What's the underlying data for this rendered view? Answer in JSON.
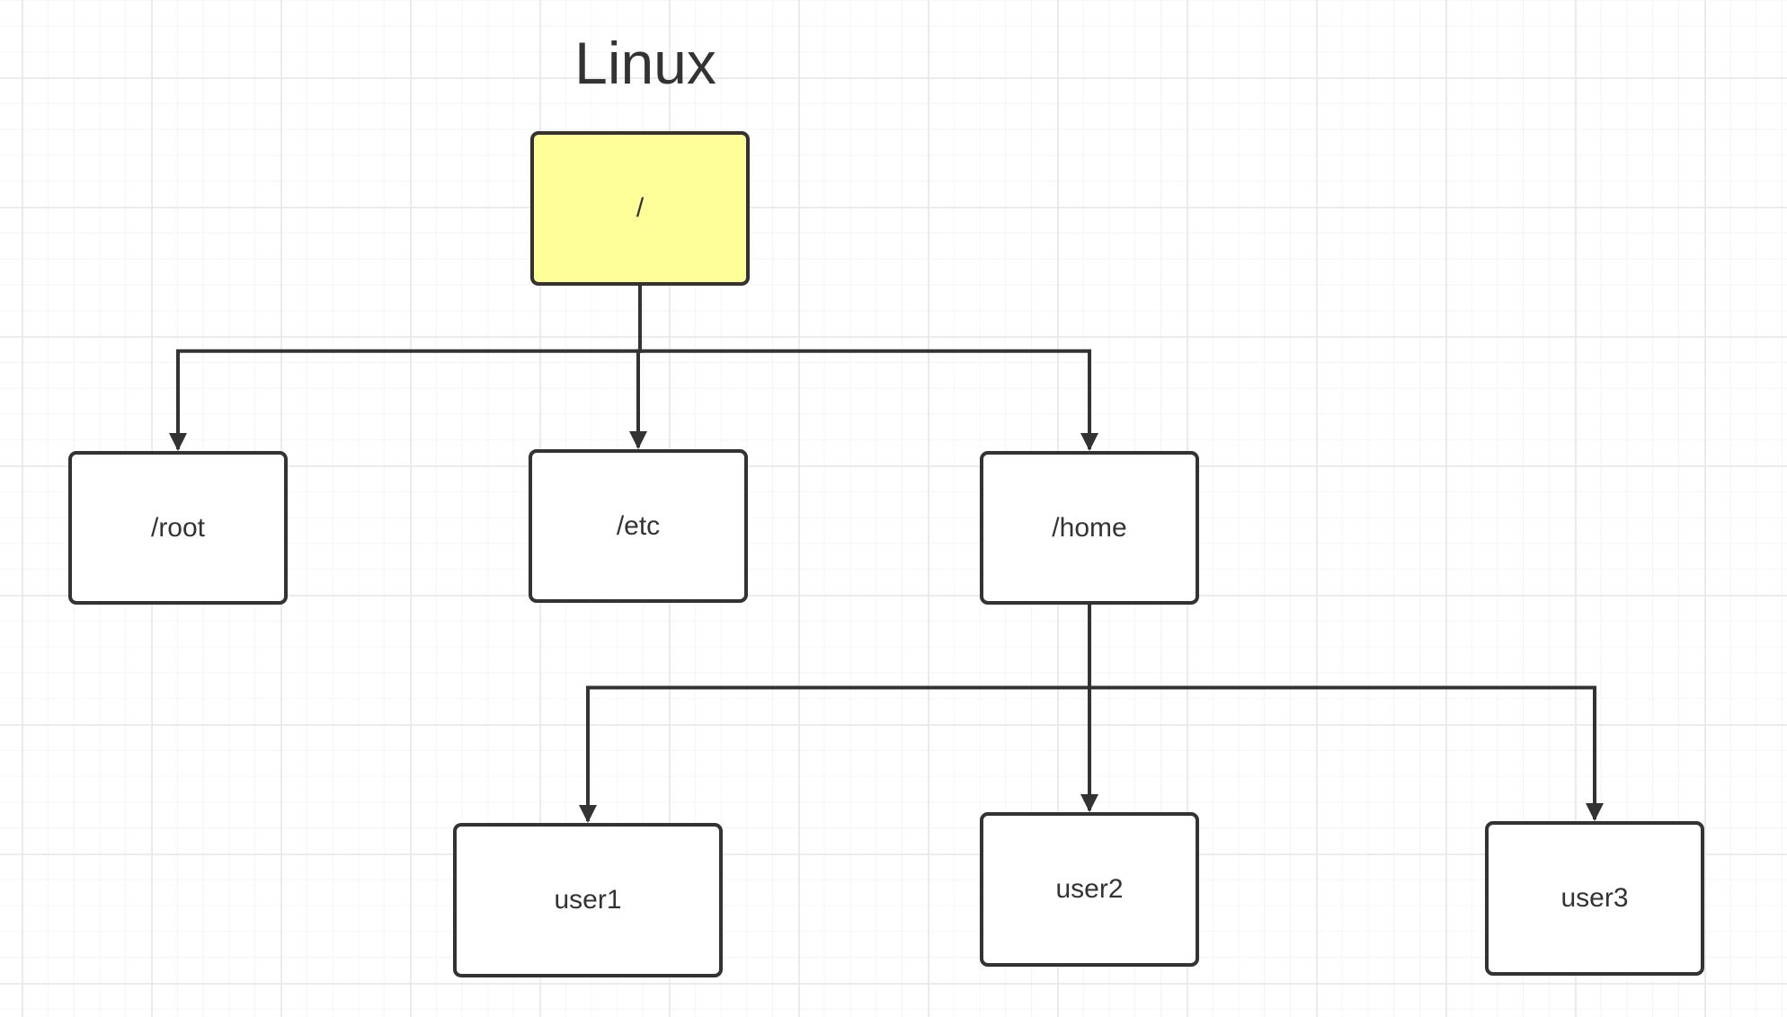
{
  "diagram": {
    "title": "Linux",
    "colors": {
      "root_fill": "#ffff99",
      "stroke": "#333333",
      "node_fill": "#ffffff"
    },
    "nodes": [
      {
        "id": "root",
        "label": "/"
      },
      {
        "id": "dir-root",
        "label": "/root"
      },
      {
        "id": "dir-etc",
        "label": "/etc"
      },
      {
        "id": "dir-home",
        "label": "/home"
      },
      {
        "id": "user1",
        "label": "user1"
      },
      {
        "id": "user2",
        "label": "user2"
      },
      {
        "id": "user3",
        "label": "user3"
      }
    ],
    "edges": [
      {
        "from": "root",
        "to": "dir-root"
      },
      {
        "from": "root",
        "to": "dir-etc"
      },
      {
        "from": "root",
        "to": "dir-home"
      },
      {
        "from": "dir-home",
        "to": "user1"
      },
      {
        "from": "dir-home",
        "to": "user2"
      },
      {
        "from": "dir-home",
        "to": "user3"
      }
    ]
  }
}
